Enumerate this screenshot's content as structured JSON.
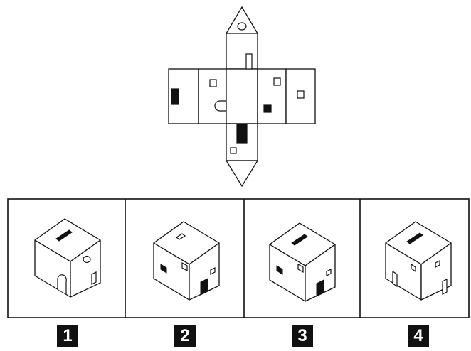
{
  "options": [
    {
      "label": "1"
    },
    {
      "label": "2"
    },
    {
      "label": "3"
    },
    {
      "label": "4"
    }
  ],
  "colors": {
    "line": "#111111",
    "fill": "#ffffff",
    "accent": "#111111"
  }
}
